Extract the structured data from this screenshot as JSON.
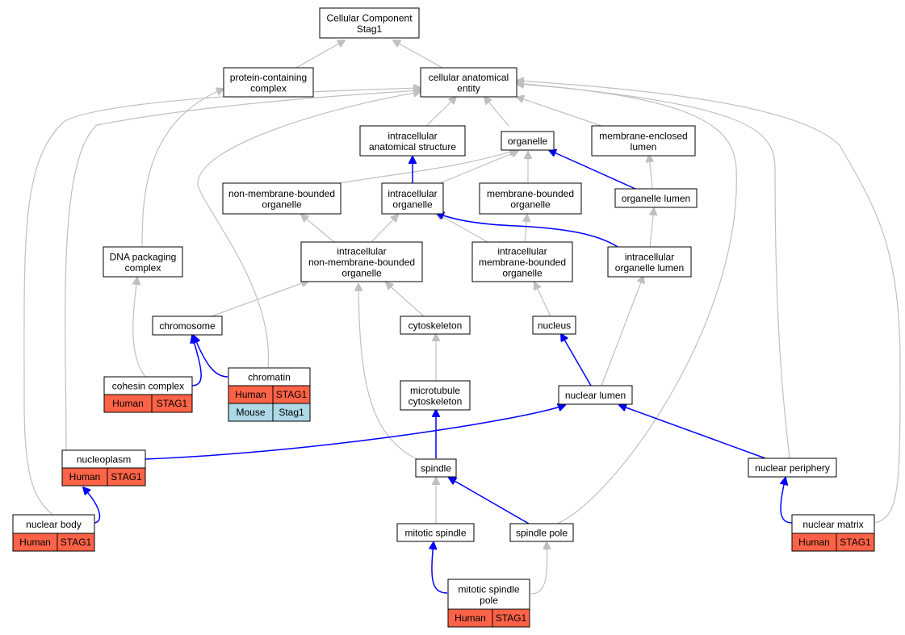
{
  "nodes": {
    "cc_stag1": [
      "Cellular Component",
      "Stag1"
    ],
    "protein_complex": [
      "protein-containing",
      "complex"
    ],
    "cae": [
      "cellular anatomical",
      "entity"
    ],
    "ias": [
      "intracellular",
      "anatomical structure"
    ],
    "organelle": [
      "organelle"
    ],
    "mel": [
      "membrane-enclosed",
      "lumen"
    ],
    "nmbo": [
      "non-membrane-bounded",
      "organelle"
    ],
    "io": [
      "intracellular",
      "organelle"
    ],
    "mbo": [
      "membrane-bounded",
      "organelle"
    ],
    "ol": [
      "organelle lumen"
    ],
    "dna_pack": [
      "DNA packaging",
      "complex"
    ],
    "inmbo": [
      "intracellular",
      "non-membrane-bounded",
      "organelle"
    ],
    "imbo": [
      "intracellular",
      "membrane-bounded",
      "organelle"
    ],
    "iol": [
      "intracellular",
      "organelle lumen"
    ],
    "chromosome": [
      "chromosome"
    ],
    "cytoskeleton": [
      "cytoskeleton"
    ],
    "nucleus": [
      "nucleus"
    ],
    "cohesin": [
      "cohesin complex"
    ],
    "chromatin": [
      "chromatin"
    ],
    "mt_cyto": [
      "microtubule",
      "cytoskeleton"
    ],
    "nuc_lumen": [
      "nuclear lumen"
    ],
    "nucleoplasm": [
      "nucleoplasm"
    ],
    "spindle": [
      "spindle"
    ],
    "nuc_periphery": [
      "nuclear periphery"
    ],
    "nuc_body": [
      "nuclear body"
    ],
    "mitotic_spindle": [
      "mitotic spindle"
    ],
    "spindle_pole": [
      "spindle pole"
    ],
    "nuc_matrix": [
      "nuclear matrix"
    ],
    "msp": [
      "mitotic spindle",
      "pole"
    ]
  },
  "annotations": {
    "cohesin": [
      {
        "species": "Human",
        "gene": "STAG1",
        "color": "#ff6347"
      }
    ],
    "chromatin": [
      {
        "species": "Human",
        "gene": "STAG1",
        "color": "#ff6347"
      },
      {
        "species": "Mouse",
        "gene": "Stag1",
        "color": "#add8e6"
      }
    ],
    "nucleoplasm": [
      {
        "species": "Human",
        "gene": "STAG1",
        "color": "#ff6347"
      }
    ],
    "nuc_body": [
      {
        "species": "Human",
        "gene": "STAG1",
        "color": "#ff6347"
      }
    ],
    "nuc_matrix": [
      {
        "species": "Human",
        "gene": "STAG1",
        "color": "#ff6347"
      }
    ],
    "msp": [
      {
        "species": "Human",
        "gene": "STAG1",
        "color": "#ff6347"
      }
    ]
  },
  "colors": {
    "is_a_edge": "#c0c0c0",
    "part_of_edge": "#0000ff",
    "human": "#ff6347",
    "mouse": "#add8e6"
  }
}
